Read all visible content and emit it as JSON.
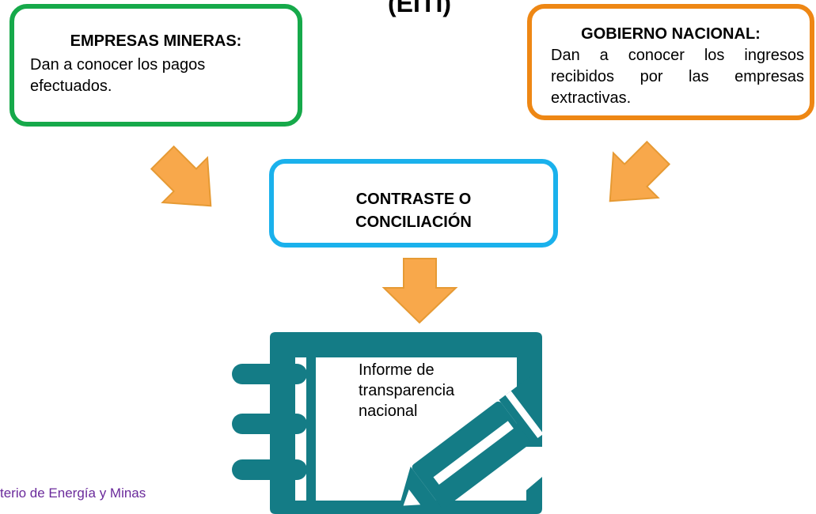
{
  "title_fragment": "(EITI)",
  "mining_box": {
    "heading": "EMPRESAS MINERAS:",
    "body": "Dan a conocer los pagos efectuados."
  },
  "government_box": {
    "heading": "GOBIERNO NACIONAL:",
    "body": "Dan a conocer los ingresos recibidos por las empresas extractivas."
  },
  "reconciliation_box": {
    "line1": "CONTRASTE O",
    "line2": "CONCILIACIÓN"
  },
  "report": {
    "line1": "Informe de",
    "line2": "transparencia",
    "line3": "nacional"
  },
  "footer": "terio de Energía y Minas",
  "colors": {
    "green": "#16a94a",
    "orange": "#ee8714",
    "blue": "#1ab1ec",
    "arrow_fill": "#f8a84b",
    "arrow_stroke": "#e69a34",
    "notebook": "#147c86",
    "footer_text": "#6a2a9b"
  },
  "icons": [
    "arrow-down-right-icon",
    "arrow-down-left-icon",
    "arrow-down-icon",
    "notebook-pencil-icon"
  ]
}
